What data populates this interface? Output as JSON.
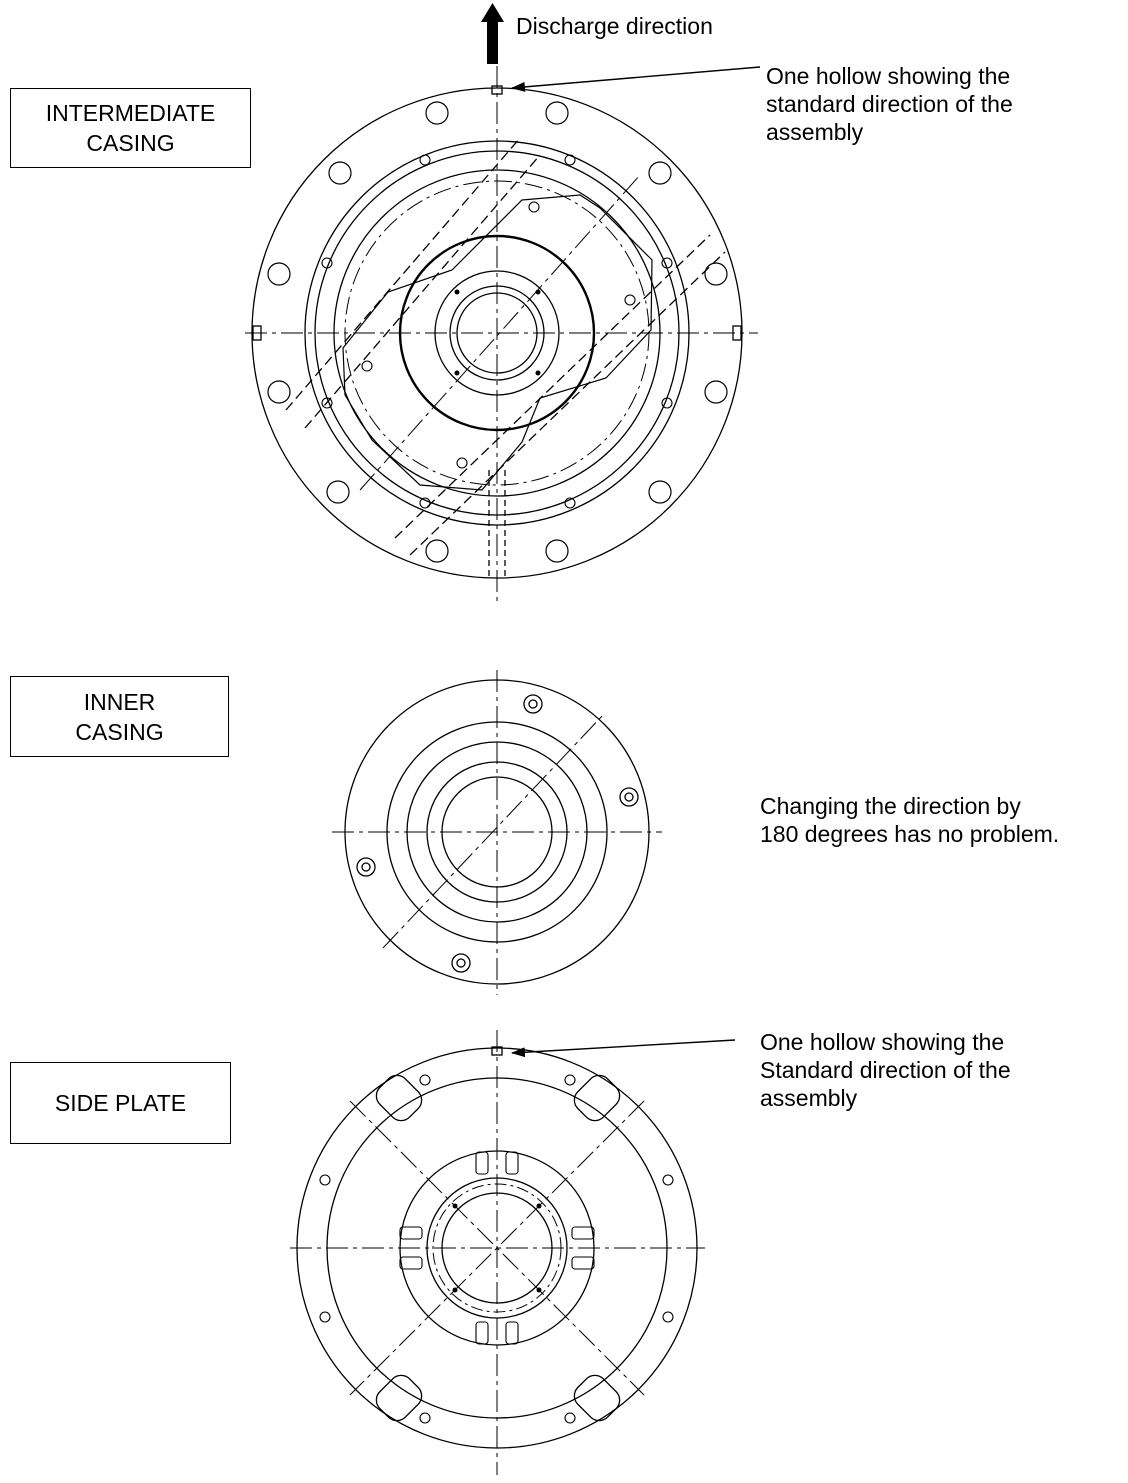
{
  "discharge_label": "Discharge direction",
  "parts": {
    "intermediate": {
      "line1": "INTERMEDIATE",
      "line2": "CASING"
    },
    "inner": {
      "line1": "INNER",
      "line2": "CASING"
    },
    "side": {
      "line1": "SIDE PLATE"
    }
  },
  "notes": {
    "hollow_top": {
      "l1": "One hollow showing the",
      "l2": "standard direction of the",
      "l3": "assembly"
    },
    "rotation": {
      "l1": "Changing the direction by",
      "l2": "180 degrees has no problem."
    },
    "hollow_side": {
      "l1": "One hollow showing the",
      "l2": "Standard direction of the",
      "l3": "assembly"
    }
  }
}
